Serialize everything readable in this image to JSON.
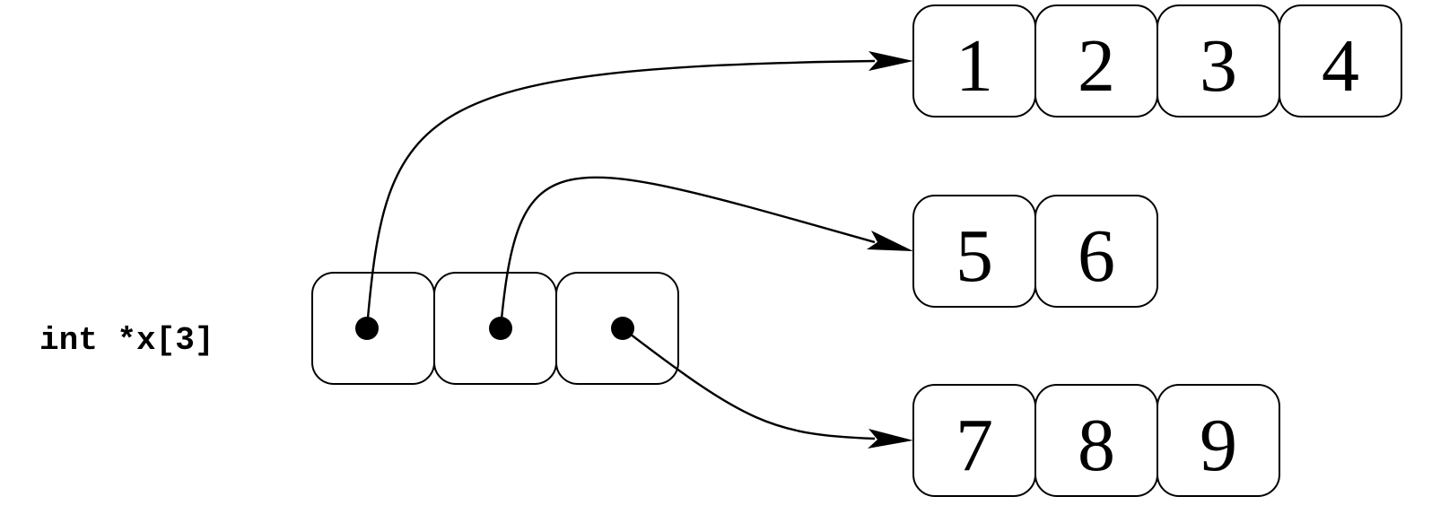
{
  "declaration": {
    "label": "int *x[3]"
  },
  "pointer_array": {
    "length": 3
  },
  "target_arrays": [
    {
      "values": [
        "1",
        "2",
        "3",
        "4"
      ]
    },
    {
      "values": [
        "5",
        "6"
      ]
    },
    {
      "values": [
        "7",
        "8",
        "9"
      ]
    }
  ],
  "pointers": [
    {
      "from_index": 0,
      "to_array": 0
    },
    {
      "from_index": 1,
      "to_array": 1
    },
    {
      "from_index": 2,
      "to_array": 2
    }
  ]
}
